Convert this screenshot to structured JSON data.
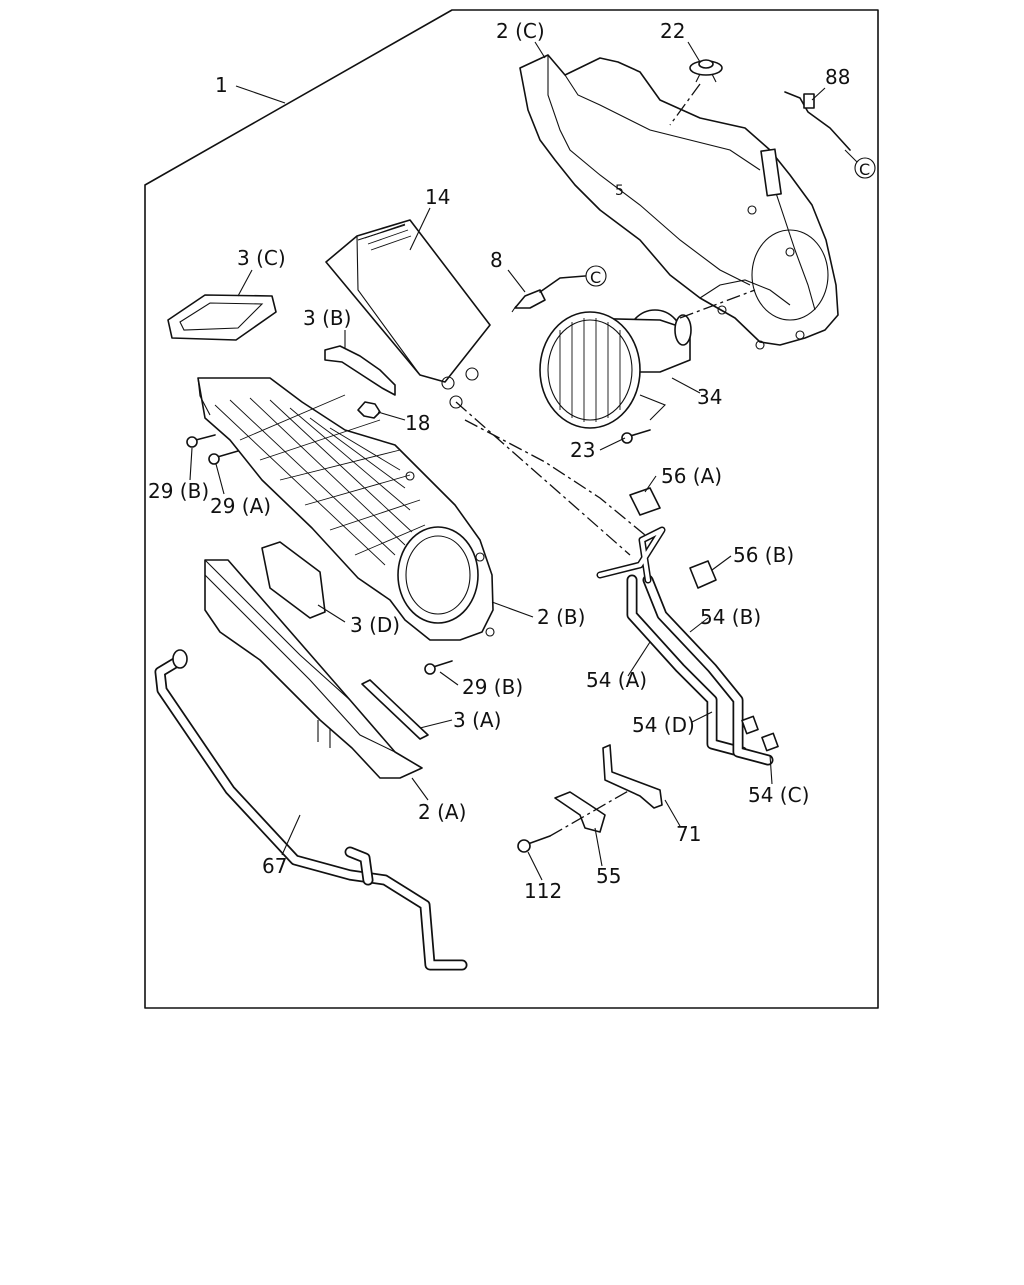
{
  "labels": {
    "assembly": "1",
    "p2c": "2 (C)",
    "p22": "22",
    "p88": "88",
    "p14": "14",
    "p3c": "3 (C)",
    "p8": "8",
    "p3b": "3 (B)",
    "p18": "18",
    "p34": "34",
    "p23": "23",
    "p29b_top": "29 (B)",
    "p29a": "29 (A)",
    "p56a": "56 (A)",
    "p56b": "56 (B)",
    "p2b": "2 (B)",
    "p54b": "54 (B)",
    "p3d": "3 (D)",
    "p54a": "54 (A)",
    "p29b_bottom": "29 (B)",
    "p3a": "3 (A)",
    "p54d": "54 (D)",
    "p54c": "54 (C)",
    "p2a": "2 (A)",
    "p71": "71",
    "p67": "67",
    "p112": "112",
    "p55": "55",
    "ref_c1": "C",
    "ref_c2": "C"
  }
}
